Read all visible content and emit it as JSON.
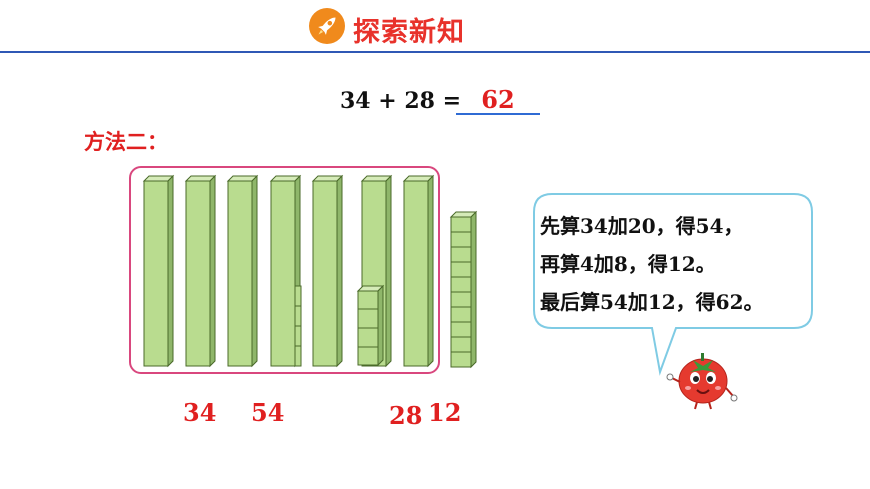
{
  "header": {
    "title": "探索新知",
    "icon": "rocket-icon"
  },
  "equation": {
    "expression": "34 + 28 =",
    "answer": "62"
  },
  "method_label": "方法二：",
  "bubble": {
    "lines": [
      "先算34加20，得54，",
      "再算4加8，得12。",
      "最后算54加12，得62。"
    ]
  },
  "labels": {
    "a": "34",
    "b": "54",
    "c": "28",
    "d": "12"
  },
  "colors": {
    "accent": "#e02020",
    "frame": "#d9477e",
    "block_fill": "#b9dc8f",
    "block_stroke": "#4a6a2a",
    "header_line": "#2f58b5"
  }
}
